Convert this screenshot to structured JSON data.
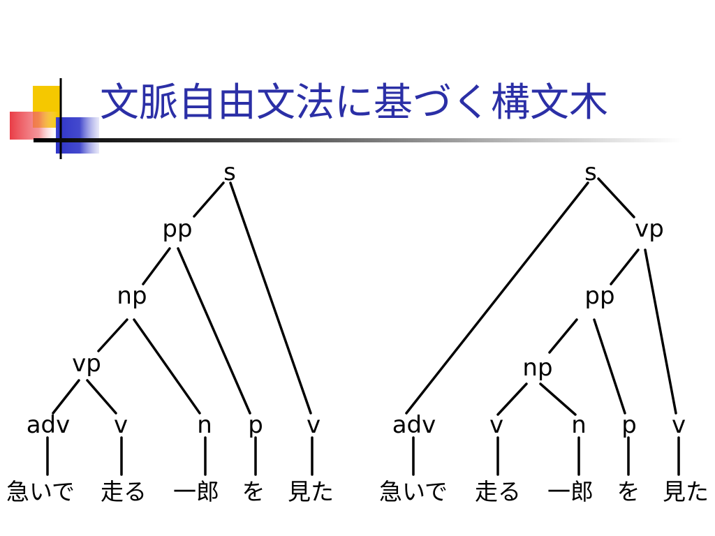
{
  "slide": {
    "title": "文脈自由文法に基づく構文木"
  },
  "colors": {
    "title": "#2b2fa6",
    "logo_yellow": "#f5c800",
    "logo_red": "#e8323c",
    "logo_blue": "#2f35c8"
  },
  "trees": [
    {
      "nodes": {
        "s": "s",
        "pp": "pp",
        "np": "np",
        "vp": "vp",
        "adv": "adv",
        "v1": "v",
        "n": "n",
        "p": "p",
        "v2": "v"
      },
      "words": [
        "急いで",
        "走る",
        "一郎",
        "を",
        "見た"
      ]
    },
    {
      "nodes": {
        "s": "s",
        "vp": "vp",
        "pp": "pp",
        "np": "np",
        "adv": "adv",
        "v1": "v",
        "n": "n",
        "p": "p",
        "v2": "v"
      },
      "words": [
        "急いで",
        "走る",
        "一郎",
        "を",
        "見た"
      ]
    }
  ]
}
